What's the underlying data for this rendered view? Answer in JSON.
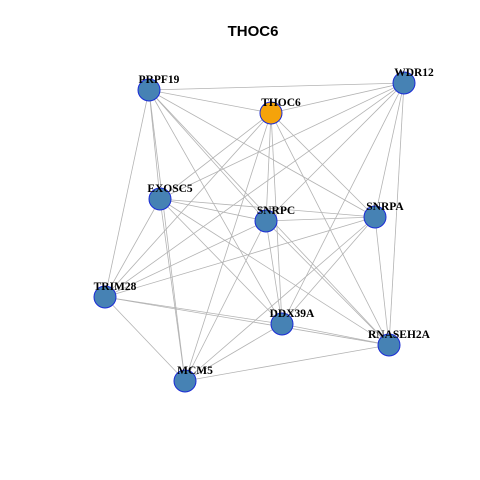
{
  "title": "THOC6",
  "colors": {
    "hub_fill": "#f5a30a",
    "node_fill": "#4682b4",
    "node_stroke": "#1a2bd6",
    "edge": "#b3b3b3",
    "background": "#ffffff"
  },
  "nodes": [
    {
      "id": "THOC6",
      "label": "THOC6",
      "hub": true
    },
    {
      "id": "PRPF19",
      "label": "PRPF19",
      "hub": false
    },
    {
      "id": "WDR12",
      "label": "WDR12",
      "hub": false
    },
    {
      "id": "EXOSC5",
      "label": "EXOSC5",
      "hub": false
    },
    {
      "id": "SNRPC",
      "label": "SNRPC",
      "hub": false
    },
    {
      "id": "SNRPA",
      "label": "SNRPA",
      "hub": false
    },
    {
      "id": "TRIM28",
      "label": "TRIM28",
      "hub": false
    },
    {
      "id": "DDX39A",
      "label": "DDX39A",
      "hub": false
    },
    {
      "id": "RNASEH2A",
      "label": "RNASEH2A",
      "hub": false
    },
    {
      "id": "MCM5",
      "label": "MCM5",
      "hub": false
    }
  ],
  "edges": [
    [
      "PRPF19",
      "WDR12"
    ],
    [
      "PRPF19",
      "THOC6"
    ],
    [
      "PRPF19",
      "EXOSC5"
    ],
    [
      "PRPF19",
      "SNRPC"
    ],
    [
      "PRPF19",
      "SNRPA"
    ],
    [
      "PRPF19",
      "TRIM28"
    ],
    [
      "PRPF19",
      "DDX39A"
    ],
    [
      "PRPF19",
      "RNASEH2A"
    ],
    [
      "PRPF19",
      "MCM5"
    ],
    [
      "WDR12",
      "THOC6"
    ],
    [
      "WDR12",
      "EXOSC5"
    ],
    [
      "WDR12",
      "SNRPC"
    ],
    [
      "WDR12",
      "SNRPA"
    ],
    [
      "WDR12",
      "TRIM28"
    ],
    [
      "WDR12",
      "DDX39A"
    ],
    [
      "WDR12",
      "RNASEH2A"
    ],
    [
      "THOC6",
      "EXOSC5"
    ],
    [
      "THOC6",
      "SNRPC"
    ],
    [
      "THOC6",
      "SNRPA"
    ],
    [
      "THOC6",
      "TRIM28"
    ],
    [
      "THOC6",
      "DDX39A"
    ],
    [
      "THOC6",
      "MCM5"
    ],
    [
      "THOC6",
      "RNASEH2A"
    ],
    [
      "EXOSC5",
      "SNRPC"
    ],
    [
      "EXOSC5",
      "SNRPA"
    ],
    [
      "EXOSC5",
      "TRIM28"
    ],
    [
      "EXOSC5",
      "DDX39A"
    ],
    [
      "EXOSC5",
      "MCM5"
    ],
    [
      "EXOSC5",
      "RNASEH2A"
    ],
    [
      "SNRPC",
      "SNRPA"
    ],
    [
      "SNRPC",
      "TRIM28"
    ],
    [
      "SNRPC",
      "DDX39A"
    ],
    [
      "SNRPC",
      "MCM5"
    ],
    [
      "SNRPC",
      "RNASEH2A"
    ],
    [
      "SNRPA",
      "TRIM28"
    ],
    [
      "SNRPA",
      "DDX39A"
    ],
    [
      "SNRPA",
      "MCM5"
    ],
    [
      "SNRPA",
      "RNASEH2A"
    ],
    [
      "TRIM28",
      "DDX39A"
    ],
    [
      "TRIM28",
      "MCM5"
    ],
    [
      "TRIM28",
      "RNASEH2A"
    ],
    [
      "DDX39A",
      "MCM5"
    ],
    [
      "DDX39A",
      "RNASEH2A"
    ],
    [
      "RNASEH2A",
      "MCM5"
    ]
  ]
}
